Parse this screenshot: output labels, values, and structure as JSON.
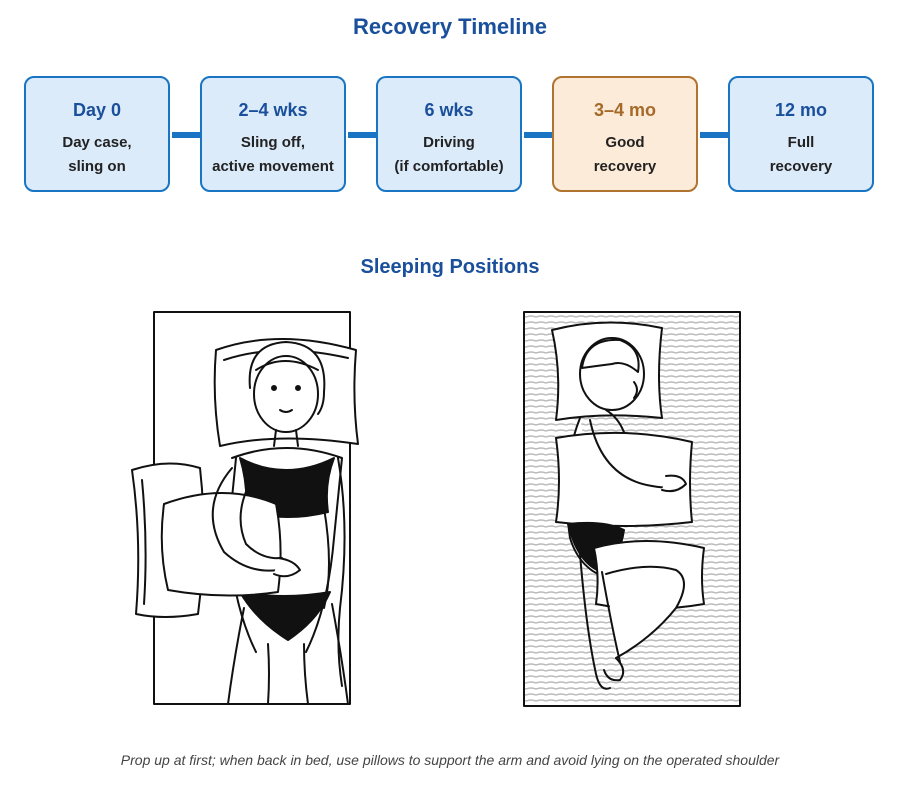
{
  "timeline": {
    "title": "Recovery Timeline",
    "steps": [
      {
        "label": "Day 0",
        "text": "Day case,\nsling on"
      },
      {
        "label": "2–4 wks",
        "text": "Sling off,\nactive movement"
      },
      {
        "label": "6 wks",
        "text": "Driving\n(if comfortable)"
      },
      {
        "label": "3–4 mo",
        "text": "Good\nrecovery"
      },
      {
        "label": "12 mo",
        "text": "Full\nrecovery"
      }
    ],
    "highlight_color": "#fcebd8",
    "accent_color": "#1a74c4"
  },
  "sleeping": {
    "title": "Sleeping Positions",
    "caption": "Prop up at first; when back in bed, use pillows to support the arm and avoid lying on the operated shoulder"
  }
}
